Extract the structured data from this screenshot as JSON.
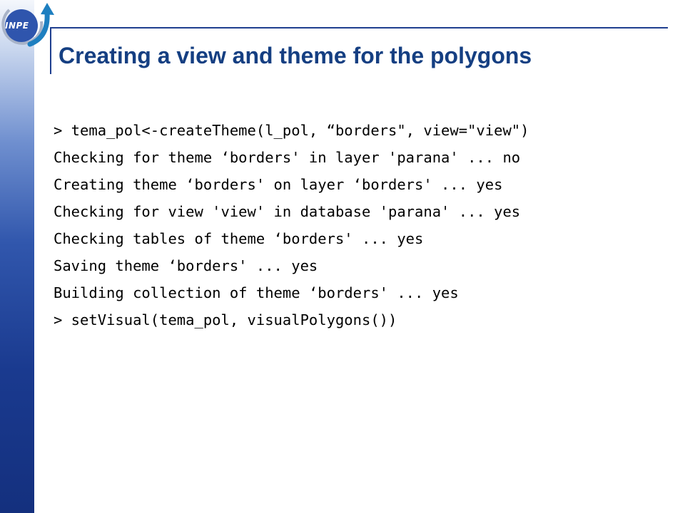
{
  "logo": {
    "text": "INPE",
    "colors": {
      "circle": "#2f55ad",
      "arrow": "#1e7fc0",
      "ring": "#a8b3c8"
    }
  },
  "title": "Creating a view and theme for the polygons",
  "lines": [
    "> tema_pol<-createTheme(l_pol, “borders\", view=\"view\")",
    "Checking for theme ‘borders' in layer 'parana' ... no",
    "Creating theme ‘borders' on layer ‘borders' ... yes",
    "Checking for view 'view' in database 'parana' ... yes",
    "Checking tables of theme ‘borders' ... yes",
    "Saving theme ‘borders' ... yes",
    "Building collection of theme ‘borders' ... yes",
    "> setVisual(tema_pol, visualPolygons())"
  ],
  "colors": {
    "title": "#153f82",
    "rule": "#1f3f8f",
    "sidebar_dark": "#14307e",
    "text": "#000000"
  }
}
